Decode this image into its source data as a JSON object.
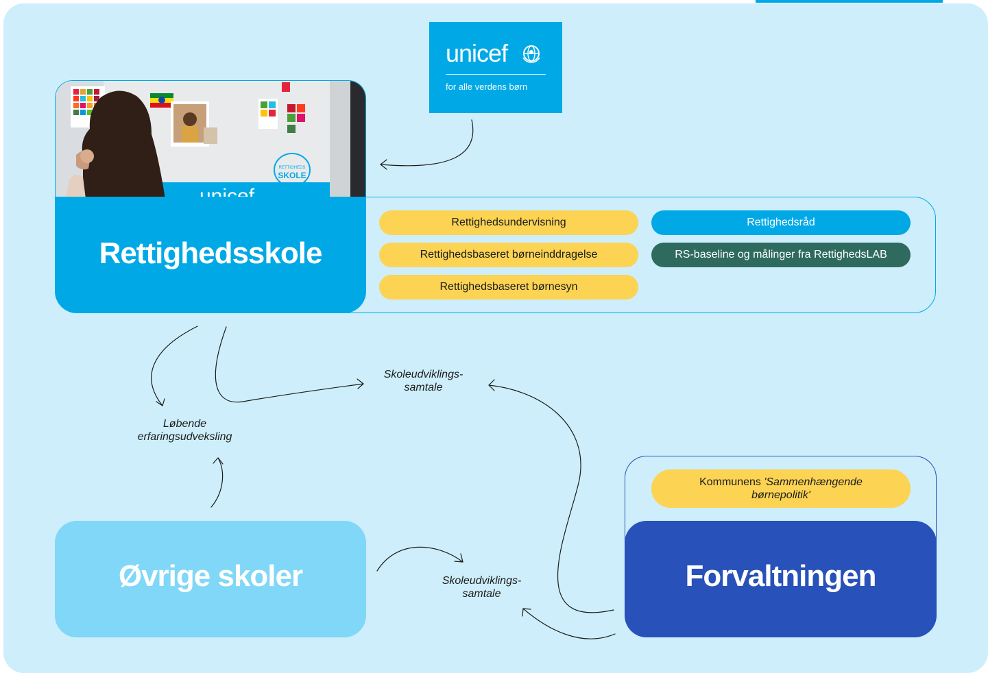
{
  "logo": {
    "wordmark": "unicef",
    "tagline": "for alle verdens børn"
  },
  "rettighedsskole": {
    "title": "Rettighedsskole",
    "pills": [
      {
        "label": "Rettighedsundervisning",
        "color": "#fcd353"
      },
      {
        "label": "Rettighedsbaseret børneinddragelse",
        "color": "#fcd353"
      },
      {
        "label": "Rettighedsbaseret børnesyn",
        "color": "#fcd353"
      },
      {
        "label": "Rettighedsråd",
        "color": "#00a9e6"
      },
      {
        "label": "RS-baseline og målinger fra RettighedsLAB",
        "color": "#2e6b5e"
      }
    ],
    "photo_sign": [
      "RETTIGHEDS",
      "SKOLE"
    ],
    "photo_banner": "unicef"
  },
  "ovrige": {
    "title": "Øvrige skoler"
  },
  "forvaltningen": {
    "title": "Forvaltningen",
    "pill_plain": "Kommunens ",
    "pill_italic_1": "'Sammenhængende",
    "pill_italic_2": "børnepolitik'"
  },
  "labels": {
    "samtale_top_1": "Skoleudviklings-",
    "samtale_top_2": "samtale",
    "erfaring_1": "Løbende",
    "erfaring_2": "erfaringsudveksling",
    "samtale_bottom_1": "Skoleudviklings-",
    "samtale_bottom_2": "samtale"
  },
  "colors": {
    "background": "#cdeefa",
    "unicef_blue": "#00a9e6",
    "light_blue": "#80d7f7",
    "dark_blue": "#2851b9",
    "yellow": "#fcd353",
    "teal": "#2e6b5e"
  }
}
